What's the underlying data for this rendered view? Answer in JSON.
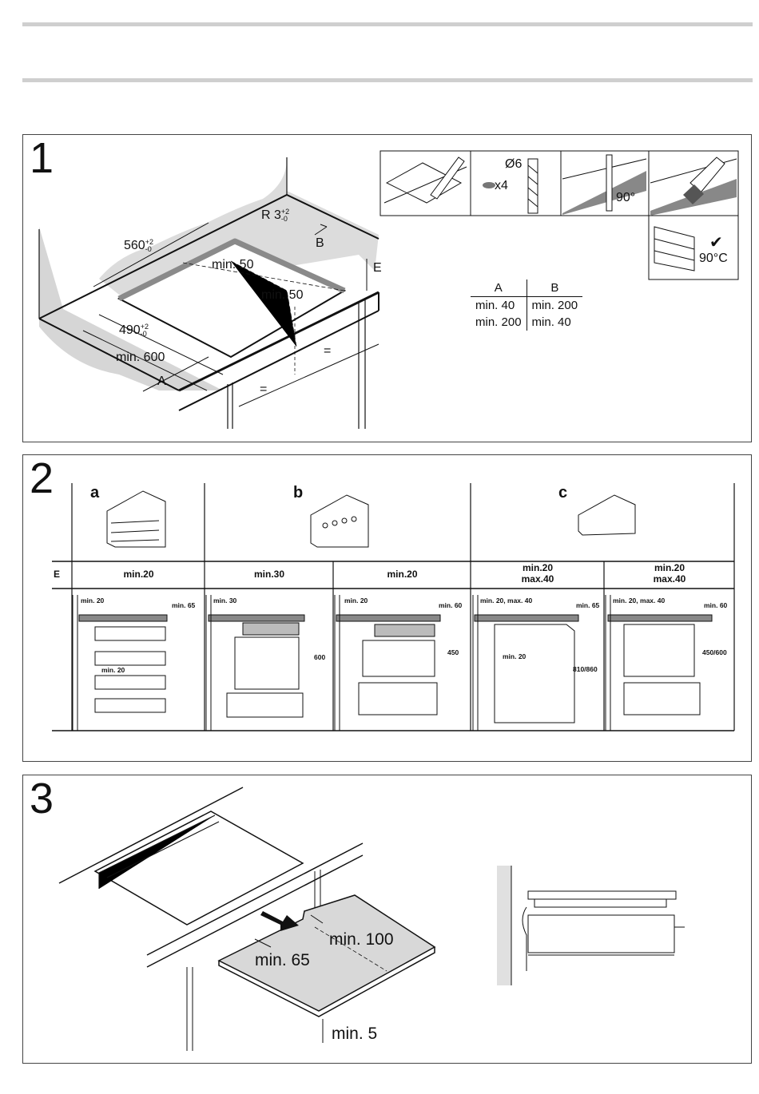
{
  "panels": {
    "p1": {
      "number": "1",
      "dims": {
        "radius": "R 3",
        "radius_tol_top": "+2",
        "radius_tol_bot": "-0",
        "w560": "560",
        "w560_tol_top": "+2",
        "w560_tol_bot": "-0",
        "d490": "490",
        "d490_tol_top": "+2",
        "d490_tol_bot": "-0",
        "min50_a": "min. 50",
        "min50_b": "min. 50",
        "min600": "min. 600",
        "A": "A",
        "B": "B",
        "E": "E",
        "eq1": "=",
        "eq2": "="
      },
      "tools": {
        "drill": "Ø6",
        "screws": "x4",
        "angle": "90°",
        "temp": "90°C"
      },
      "ab_table": {
        "headers": [
          "A",
          "B"
        ],
        "rows": [
          [
            "min. 40",
            "min. 200"
          ],
          [
            "min. 200",
            "min. 40"
          ]
        ]
      }
    },
    "p2": {
      "number": "2",
      "variants": [
        "a",
        "b",
        "c"
      ],
      "row_label": "E",
      "columns": [
        {
          "header": "min.20",
          "top_left": "min. 20",
          "top_right": "min. 65",
          "mid": "min. 20",
          "height": ""
        },
        {
          "header": "min.30",
          "top_left": "min. 30",
          "top_right": "",
          "mid": "",
          "height": "600"
        },
        {
          "header": "min.20",
          "top_left": "min. 20",
          "top_right": "min. 60",
          "mid": "",
          "height": "450"
        },
        {
          "header": "min.20\nmax.40",
          "header_l1": "min.20",
          "header_l2": "max.40",
          "top_left": "min. 20, max. 40",
          "top_right": "min. 65",
          "mid": "min. 20",
          "height": "810/860"
        },
        {
          "header": "min.20\nmax.40",
          "header_l1": "min.20",
          "header_l2": "max.40",
          "top_left": "min. 20, max. 40",
          "top_right": "min. 60",
          "mid": "",
          "height": "450/600"
        }
      ]
    },
    "p3": {
      "number": "3",
      "dims": {
        "min100": "min. 100",
        "min65": "min. 65",
        "min5": "min. 5"
      }
    }
  }
}
